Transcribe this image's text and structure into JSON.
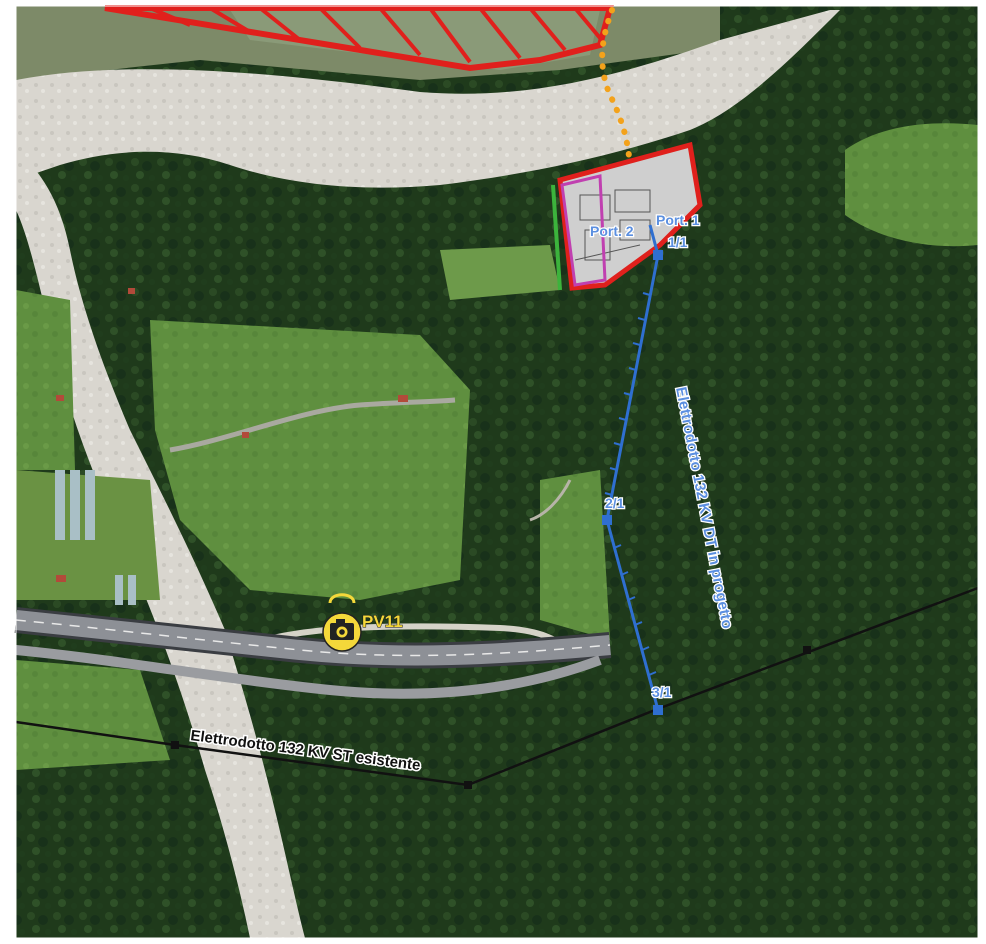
{
  "map": {
    "labels": {
      "port2": "Port. 2",
      "port1": "Port. 1",
      "pylon_1": "1/1",
      "pylon_2": "2/1",
      "pylon_3": "3/1",
      "viewpoint": "PV11",
      "new_line": "Elettrodotto 132 KV DT in progetto",
      "existing_line": "Elettrodotto 132 KV ST esistente"
    },
    "icons": {
      "viewpoint": "camera-icon"
    },
    "colors": {
      "new_line": "#2f6fd0",
      "existing_line": "#111111",
      "hatched_area": "#e0201c",
      "substation_outline": "#e0201c",
      "inner_outline": "#c040b0",
      "green_outline": "#3cb33c",
      "orange_route": "#f3a21b",
      "camera": "#f4d83a"
    }
  }
}
